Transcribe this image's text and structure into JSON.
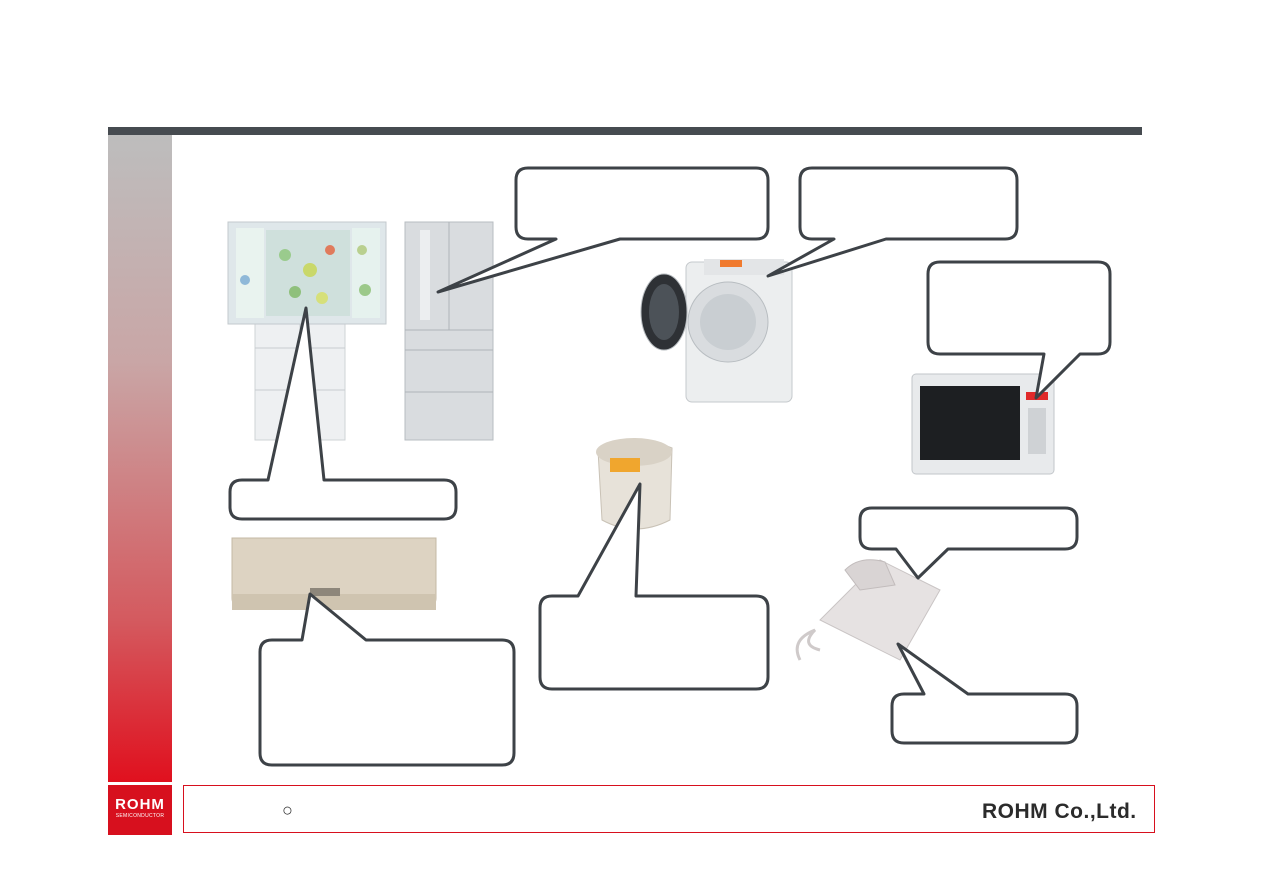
{
  "footer": {
    "copyright_mark": "○",
    "company": "ROHM Co.,Ltd."
  },
  "logo": {
    "main": "ROHM",
    "sub": "SEMICONDUCTOR"
  },
  "appliances": [
    {
      "name": "refrigerator-open-icon"
    },
    {
      "name": "refrigerator-closed-icon"
    },
    {
      "name": "washing-machine-icon"
    },
    {
      "name": "microwave-icon"
    },
    {
      "name": "rice-cooker-icon"
    },
    {
      "name": "air-conditioner-icon"
    },
    {
      "name": "office-telephone-icon"
    }
  ],
  "callouts": [
    {
      "id": "fridge-door",
      "text": ""
    },
    {
      "id": "washer",
      "text": ""
    },
    {
      "id": "microwave",
      "text": ""
    },
    {
      "id": "fridge-shelf",
      "text": ""
    },
    {
      "id": "phone-top",
      "text": ""
    },
    {
      "id": "aircon",
      "text": ""
    },
    {
      "id": "rice-cooker",
      "text": ""
    },
    {
      "id": "phone-bottom",
      "text": ""
    }
  ],
  "colors": {
    "accent_red": "#d7101e",
    "bar_gray": "#464b50",
    "callout_stroke": "#3d4247"
  }
}
